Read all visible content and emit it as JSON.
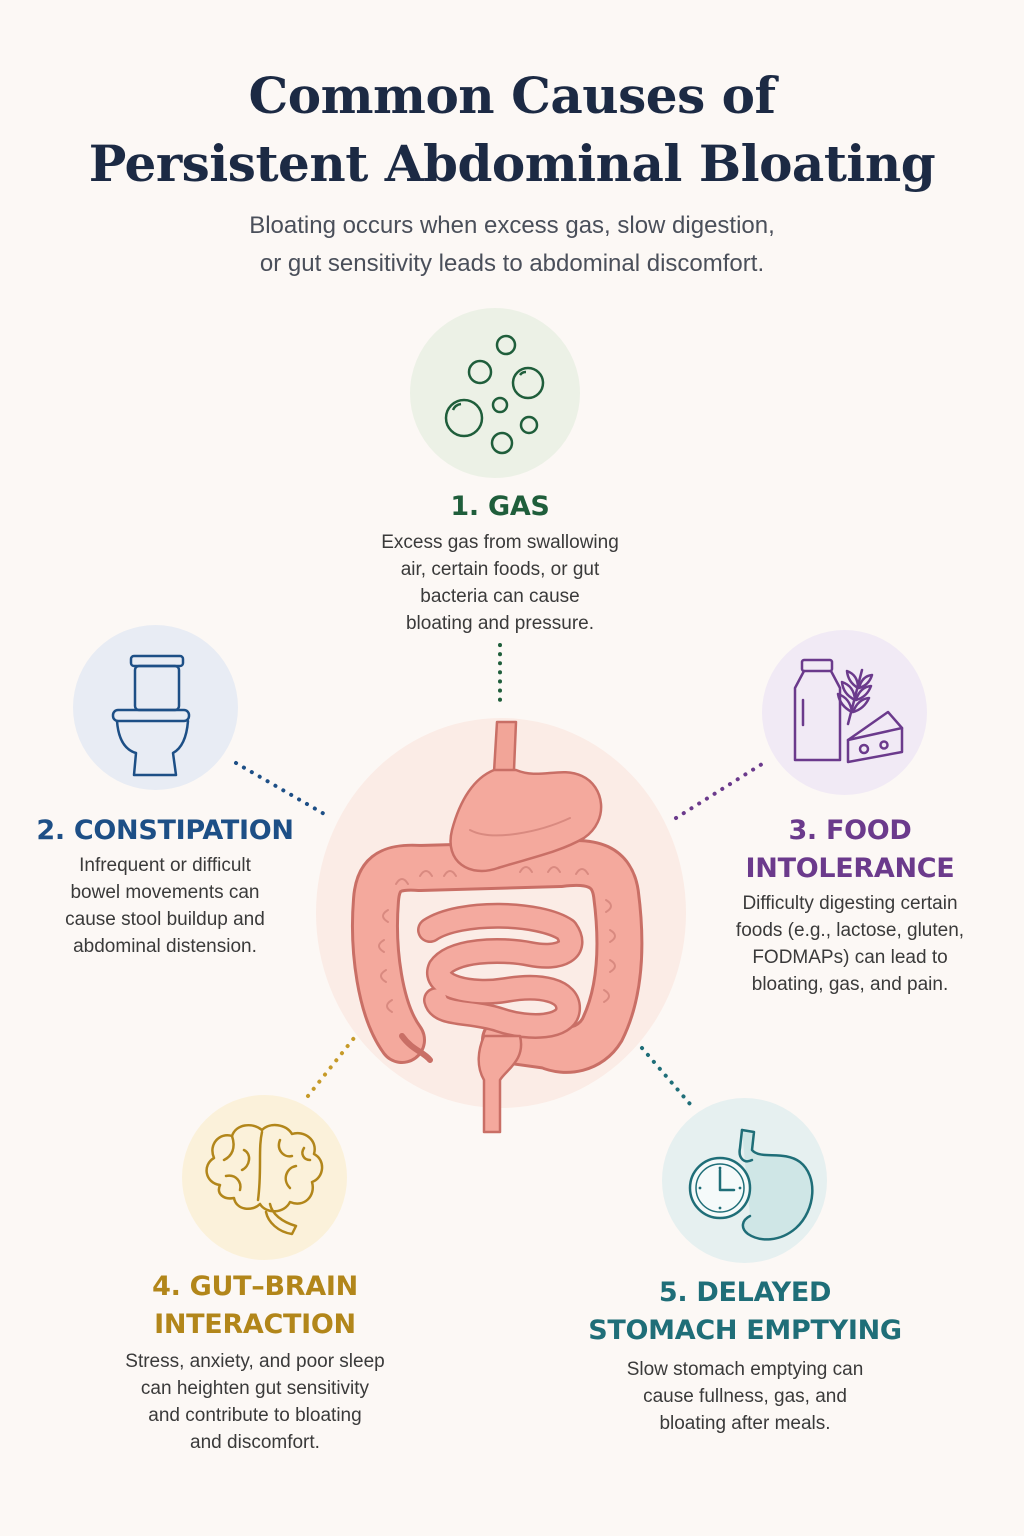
{
  "title": {
    "line1": "Common Causes of",
    "line2": "Persistent Abdominal Bloating"
  },
  "subtitle": {
    "line1": "Bloating occurs when excess gas, slow digestion,",
    "line2": "or gut sensitivity leads to abdominal discomfort."
  },
  "causes": [
    {
      "heading": [
        "1. GAS"
      ],
      "text": [
        "Excess gas from swallowing",
        "air, certain foods, or gut",
        "bacteria can cause",
        "bloating and pressure."
      ],
      "icon": "gas-bubbles-icon",
      "color": "#1f5e3b"
    },
    {
      "heading": [
        "2. CONSTIPATION"
      ],
      "text": [
        "Infrequent or difficult",
        "bowel movements can",
        "cause stool buildup and",
        "abdominal distension."
      ],
      "icon": "toilet-icon",
      "color": "#1d4f86"
    },
    {
      "heading": [
        "3. FOOD",
        "INTOLERANCE"
      ],
      "text": [
        "Difficulty digesting certain",
        "foods (e.g., lactose, gluten,",
        "FODMAPs) can lead to",
        "bloating, gas, and pain."
      ],
      "icon": "milk-wheat-cheese-icon",
      "color": "#6b3a8c"
    },
    {
      "heading": [
        "4. GUT–BRAIN",
        "INTERACTION"
      ],
      "text": [
        "Stress, anxiety, and poor sleep",
        "can heighten gut sensitivity",
        "and contribute to bloating",
        "and discomfort."
      ],
      "icon": "brain-icon",
      "color": "#b2861a"
    },
    {
      "heading": [
        "5. DELAYED",
        "STOMACH EMPTYING"
      ],
      "text": [
        "Slow stomach emptying can",
        "cause fullness, gas, and",
        "bloating after meals."
      ],
      "icon": "clock-stomach-icon",
      "color": "#1f6e78"
    }
  ],
  "center": {
    "icon": "digestive-system-icon"
  }
}
